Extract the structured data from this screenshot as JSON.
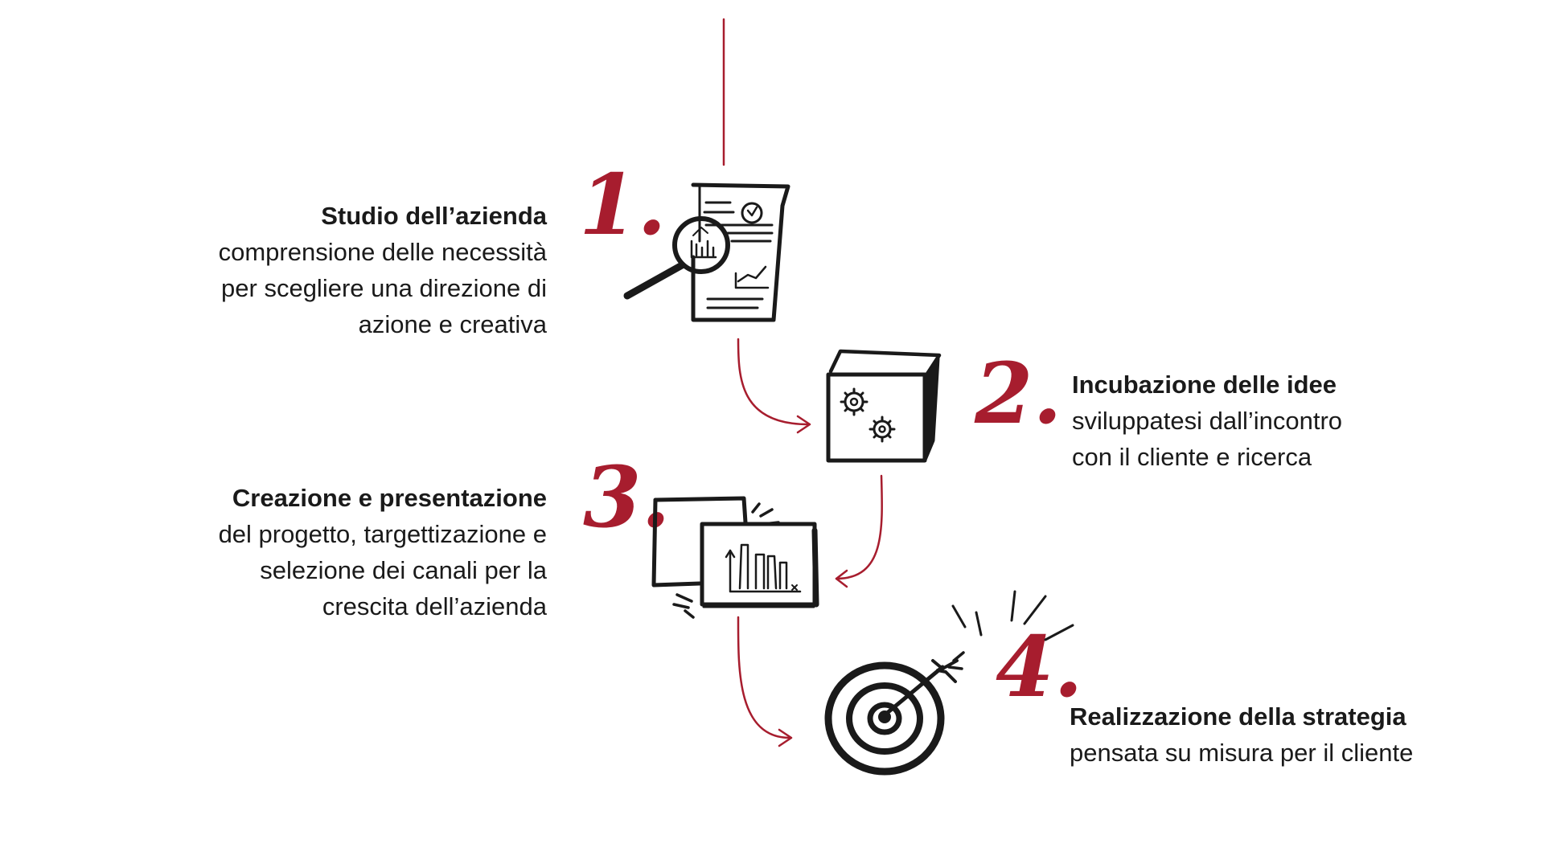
{
  "colors": {
    "accent": "#a71d2e",
    "ink": "#1a1a1a",
    "background": "#ffffff"
  },
  "steps": [
    {
      "number": "1.",
      "title": "Studio dell’azienda",
      "lines": [
        "comprensione delle necessità",
        "per scegliere una direzione di",
        "azione e creativa"
      ],
      "icon": "document-magnifier-icon"
    },
    {
      "number": "2.",
      "title": "Incubazione delle idee",
      "lines": [
        "sviluppatesi dall’incontro",
        "con il cliente e ricerca"
      ],
      "icon": "gears-box-icon"
    },
    {
      "number": "3.",
      "title": "Creazione e presentazione",
      "lines": [
        "del progetto, targettizazione e",
        "selezione dei canali per la",
        "crescita dell’azienda"
      ],
      "icon": "presentation-chart-icon"
    },
    {
      "number": "4.",
      "title": "Realizzazione della strategia",
      "lines": [
        "pensata su misura per il cliente"
      ],
      "icon": "target-arrow-icon"
    }
  ]
}
